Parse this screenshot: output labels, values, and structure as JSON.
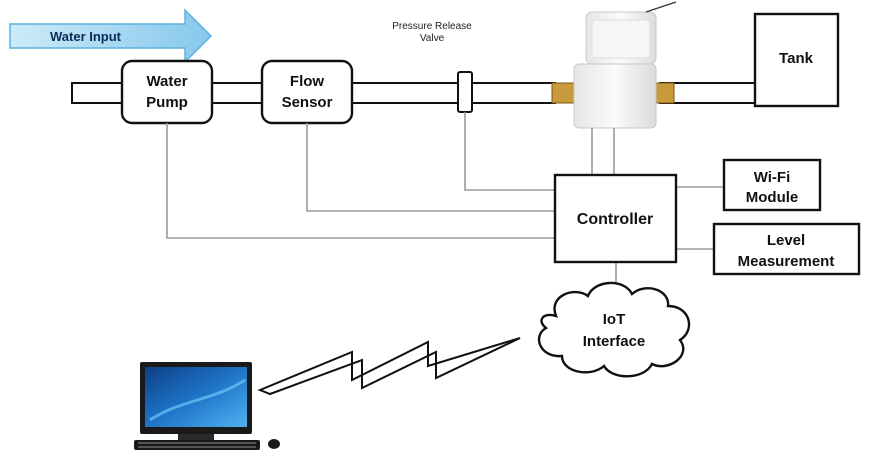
{
  "arrow": {
    "label": "Water Input"
  },
  "pipeline": {
    "pump": {
      "line1": "Water",
      "line2": "Pump"
    },
    "flow_sensor": {
      "line1": "Flow",
      "line2": "Sensor"
    },
    "pressure_valve": {
      "line1": "Pressure Release",
      "line2": "Valve"
    },
    "tank": {
      "label": "Tank"
    }
  },
  "control": {
    "controller": {
      "label": "Controller"
    },
    "wifi": {
      "line1": "Wi-Fi",
      "line2": "Module"
    },
    "level": {
      "line1": "Level",
      "line2": "Measurement"
    }
  },
  "iot": {
    "line1": "IoT",
    "line2": "Interface"
  },
  "colors": {
    "arrow_fill": "#a8d8f0",
    "arrow_edge": "#5fb0dc",
    "wire": "#9a9a9a",
    "brass": "#c99a3c",
    "screen": "#1e74c8"
  },
  "icons": {
    "computer": "desktop-computer-icon",
    "solenoid": "solenoid-valve-icon",
    "cloud": "cloud-icon",
    "lightning": "wireless-lightning-icon"
  }
}
